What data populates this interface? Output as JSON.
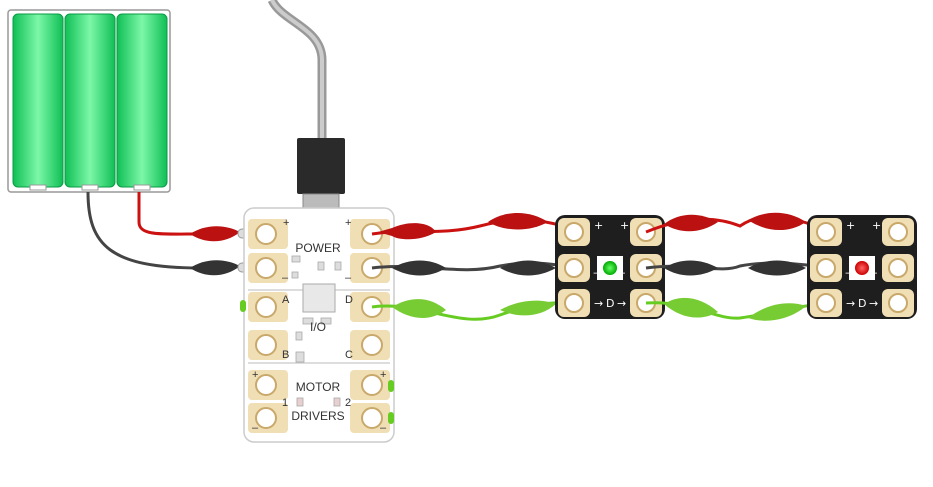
{
  "canvas": {
    "background": "#ffffff"
  },
  "battery": {
    "cell_count": 3,
    "cell_color": "#22dd66"
  },
  "controller": {
    "power_label": "POWER",
    "io_label": "I/O",
    "motor_label": "MOTOR",
    "drivers_label": "DRIVERS",
    "pin_a": "A",
    "pin_b": "B",
    "pin_c": "C",
    "pin_d": "D",
    "motor_1": "1",
    "motor_2": "2",
    "plus": "+",
    "minus": "–"
  },
  "led_modules": [
    {
      "color": "#22dd22",
      "label": "D",
      "plus": "+",
      "minus": "–"
    },
    {
      "color": "#ee1111",
      "label": "D",
      "plus": "+",
      "minus": "–"
    }
  ],
  "wire_colors": {
    "power": "#cc1111",
    "ground": "#333333",
    "signal": "#66cc22",
    "usb": "#aaaaaa"
  }
}
